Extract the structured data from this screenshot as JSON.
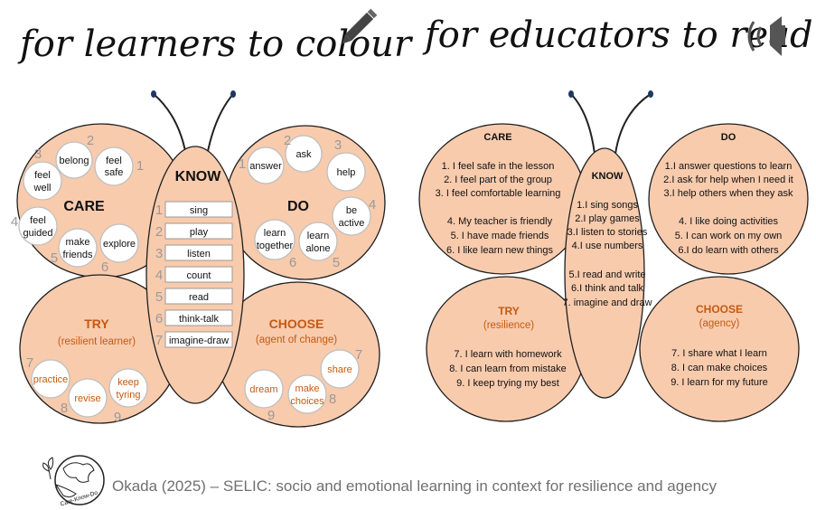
{
  "titles": {
    "learners": "for learners to colour",
    "educators": "for educators to read"
  },
  "left": {
    "know": {
      "title": "KNOW",
      "items": [
        {
          "num": "1",
          "label": "sing"
        },
        {
          "num": "2",
          "label": "play"
        },
        {
          "num": "3",
          "label": "listen"
        },
        {
          "num": "4",
          "label": "count"
        },
        {
          "num": "5",
          "label": "read"
        },
        {
          "num": "6",
          "label": "think-talk"
        },
        {
          "num": "7",
          "label": "imagine-draw"
        }
      ]
    },
    "care": {
      "title": "CARE",
      "bubbles": [
        {
          "num": "1",
          "lines": [
            "feel",
            "safe"
          ]
        },
        {
          "num": "2",
          "lines": [
            "belong"
          ]
        },
        {
          "num": "3",
          "lines": [
            "feel",
            "well"
          ]
        },
        {
          "num": "4",
          "lines": [
            "feel",
            "guided"
          ]
        },
        {
          "num": "5",
          "lines": [
            "make",
            "friends"
          ]
        },
        {
          "num": "6",
          "lines": [
            "explore"
          ]
        }
      ]
    },
    "do": {
      "title": "DO",
      "bubbles": [
        {
          "num": "1",
          "lines": [
            "answer"
          ]
        },
        {
          "num": "2",
          "lines": [
            "ask"
          ]
        },
        {
          "num": "3",
          "lines": [
            "help"
          ]
        },
        {
          "num": "4",
          "lines": [
            "be",
            "active"
          ]
        },
        {
          "num": "5",
          "lines": [
            "learn",
            "alone"
          ]
        },
        {
          "num": "6",
          "lines": [
            "learn",
            "together"
          ]
        }
      ]
    },
    "try": {
      "title": "TRY",
      "subtitle": "(resilient learner)",
      "bubbles": [
        {
          "num": "7",
          "lines": [
            "practice"
          ]
        },
        {
          "num": "8",
          "lines": [
            "revise"
          ]
        },
        {
          "num": "9",
          "lines": [
            "keep",
            "tyring"
          ]
        }
      ]
    },
    "choose": {
      "title": "CHOOSE",
      "subtitle": "(agent of change)",
      "bubbles": [
        {
          "num": "7",
          "lines": [
            "share"
          ]
        },
        {
          "num": "8",
          "lines": [
            "make",
            "choices"
          ]
        },
        {
          "num": "9",
          "lines": [
            "dream"
          ]
        }
      ]
    }
  },
  "right": {
    "care": {
      "title": "CARE",
      "lines": [
        "1. I feel safe in the lesson",
        "2. I feel part of the group",
        "3. I feel comfortable learning",
        "4. My teacher is friendly",
        "5. I have made friends",
        "6. I like learn new things"
      ]
    },
    "do": {
      "title": "DO",
      "lines": [
        "1.I answer questions to learn",
        "2.I ask for help when I need it",
        "3.I help others when they ask",
        "4. I like doing activities",
        "5. I can work on my own",
        "6.I do learn with others"
      ]
    },
    "know": {
      "title": "KNOW",
      "lines": [
        "1.I sing songs",
        "2.I play games",
        "3.I listen to stories",
        "4.I use numbers",
        "5.I read and write",
        "6.I think and talk",
        "7. imagine and draw"
      ]
    },
    "try": {
      "title": "TRY",
      "subtitle": "(resilience)",
      "lines": [
        "7. I learn with homework",
        "8. I can learn from mistake",
        "9. I keep trying my best"
      ]
    },
    "choose": {
      "title": "CHOOSE",
      "subtitle": "(agency)",
      "lines": [
        "7. I share what I learn",
        "8. I can make choices",
        "9. I  learn for my future"
      ]
    }
  },
  "footer": {
    "citation": "Okada (2025) – SELIC: socio and emotional learning in context for resilience and agency",
    "logo_text": "Care-Know-Do"
  },
  "colors": {
    "wing": "#f8cbad",
    "accent": "#c55a11",
    "number_grey": "#9a9a9a",
    "antenna_tip": "#1f3864"
  },
  "icons": [
    "pencil-icon",
    "speaker-icon",
    "globe-logo-icon"
  ]
}
